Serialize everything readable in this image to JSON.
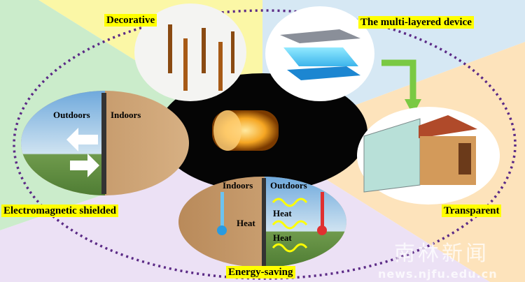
{
  "labels": {
    "decorative": "Decorative",
    "multilayer": "The multi-layered device",
    "transparent": "Transparent",
    "shielded": "Electromagnetic shielded",
    "energy": "Energy-saving"
  },
  "shielded_panel": {
    "outdoors": "Outdoors",
    "indoors": "Indoors"
  },
  "energy_panel": {
    "indoors": "Indoors",
    "outdoors": "Outdoors",
    "heat_in": "Heat",
    "heat_out_1": "Heat",
    "heat_out_2": "Heat"
  },
  "watermark": {
    "chinese": "南林新闻",
    "url": "news.njfu.edu.cn"
  },
  "colors": {
    "yellow": "#fbf7a6",
    "blue": "#d6e8f4",
    "orange": "#fde3bb",
    "purple": "#ece1f5",
    "green": "#cbeccb",
    "dash": "#5b2a86",
    "label_bg": "#ffff00"
  }
}
